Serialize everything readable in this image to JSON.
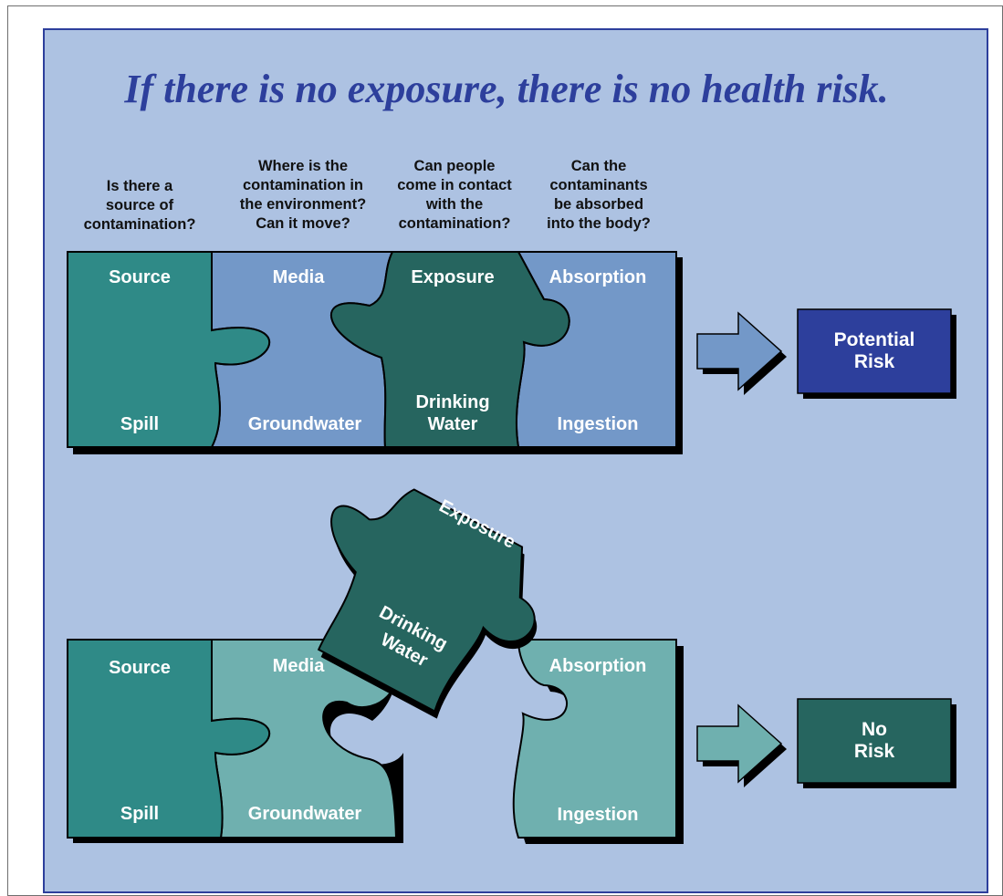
{
  "title": "If there is no exposure, there is no health risk.",
  "questions": [
    {
      "line1": "Is there a",
      "line2": "source of",
      "line3": "contamination?"
    },
    {
      "line1": "Where is the",
      "line2": "contamination in",
      "line3": "the environment?",
      "line4": "Can it move?"
    },
    {
      "line1": "Can people",
      "line2": "come in contact",
      "line3": "with the",
      "line4": "contamination?"
    },
    {
      "line1": "Can the",
      "line2": "contaminants",
      "line3": "be absorbed",
      "line4": "into the body?"
    }
  ],
  "top_row": {
    "source": {
      "label": "Source",
      "example": "Spill"
    },
    "media": {
      "label": "Media",
      "example": "Groundwater"
    },
    "exposure": {
      "label": "Exposure",
      "example_line1": "Drinking",
      "example_line2": "Water"
    },
    "absorption": {
      "label": "Absorption",
      "example": "Ingestion"
    },
    "result_line1": "Potential",
    "result_line2": "Risk"
  },
  "bottom_row": {
    "source": {
      "label": "Source",
      "example": "Spill"
    },
    "media": {
      "label": "Media",
      "example": "Groundwater"
    },
    "exposure": {
      "label": "Exposure",
      "example_line1": "Drinking",
      "example_line2": "Water"
    },
    "absorption": {
      "label": "Absorption",
      "example": "Ingestion"
    },
    "result_line1": "No",
    "result_line2": "Risk"
  },
  "colors": {
    "panel_bg": "#adc2e2",
    "panel_border": "#2d3f9c",
    "title": "#2d3f9c",
    "source_piece": "#2f8a87",
    "media_piece_top": "#7398c8",
    "exposure_piece": "#26655f",
    "absorption_piece_top": "#7398c8",
    "media_piece_bottom": "#6fb0af",
    "absorption_piece_bottom": "#6fb0af",
    "potential_risk_box": "#2d3f9c",
    "no_risk_box": "#26655f",
    "top_arrow": "#7398c8",
    "bottom_arrow": "#6fb0af"
  }
}
